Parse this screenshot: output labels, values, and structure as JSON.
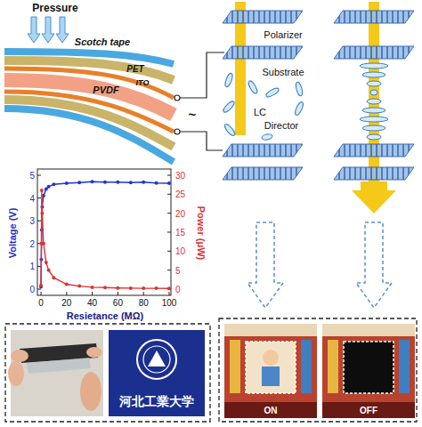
{
  "diagram": {
    "labels": [
      "Pressure",
      "Scotch tape",
      "PET",
      "ITO",
      "PVDF",
      "~",
      "Polarizer",
      "Substrate",
      "LC",
      "Director",
      "Voltage (V)",
      "5",
      "4",
      "3",
      "2",
      "1",
      "0",
      "Power (μW)",
      "30",
      "25",
      "20",
      "15",
      "10",
      "5",
      "0",
      "0",
      "20",
      "40",
      "60",
      "80",
      "100",
      "Resietance (MΩ)",
      "河北工業大学",
      "ON",
      "OFF"
    ]
  }
}
